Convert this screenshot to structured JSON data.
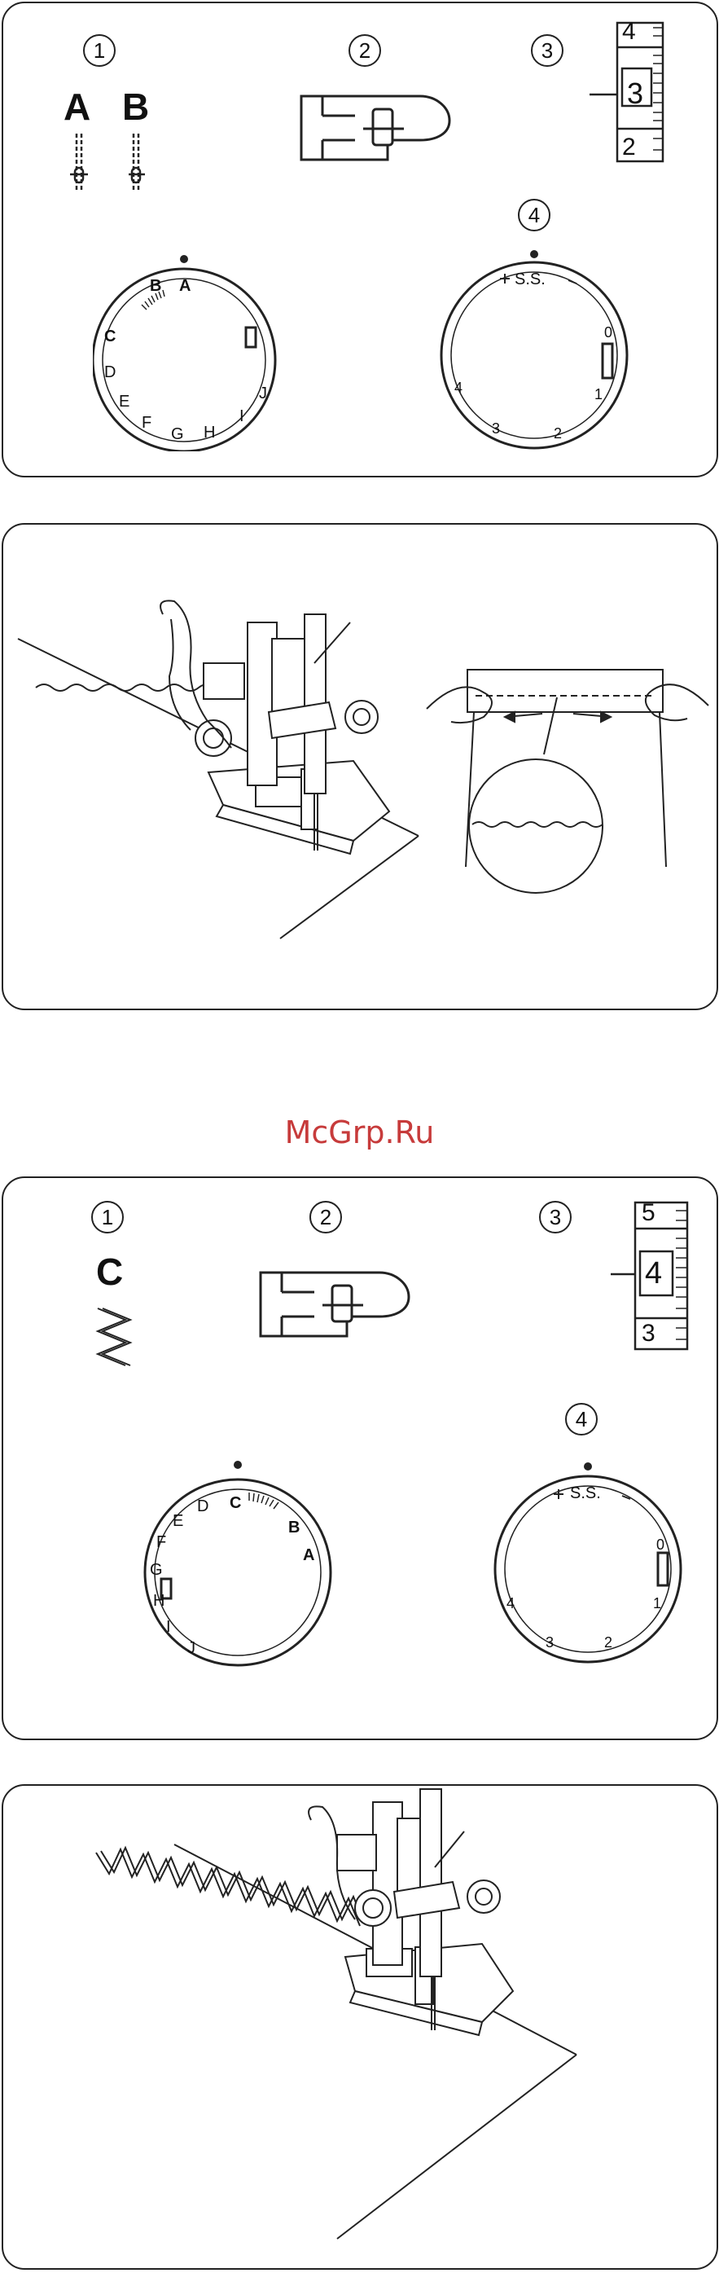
{
  "watermark": "McGrp.Ru",
  "panel1": {
    "num1": "1",
    "num2": "2",
    "num3": "3",
    "num4": "4",
    "pattern_a": "A",
    "pattern_b": "B",
    "length_scale": [
      "4",
      "3",
      "2"
    ],
    "pattern_dial": {
      "letters": [
        "A",
        "B",
        "C",
        "D",
        "E",
        "F",
        "G",
        "H",
        "I",
        "J"
      ],
      "selected": "A"
    },
    "width_dial": {
      "ss_label": "S.S.",
      "marks": [
        "0",
        "1",
        "2",
        "3",
        "4"
      ]
    }
  },
  "panel3": {
    "num1": "1",
    "num2": "2",
    "num3": "3",
    "num4": "4",
    "pattern_c": "C",
    "length_scale": [
      "5",
      "4",
      "3"
    ],
    "pattern_dial": {
      "letters": [
        "A",
        "B",
        "C",
        "D",
        "E",
        "F",
        "G",
        "H",
        "I",
        "J"
      ],
      "selected": "C"
    },
    "width_dial": {
      "ss_label": "S.S.",
      "marks": [
        "0",
        "1",
        "2",
        "3",
        "4"
      ]
    }
  }
}
